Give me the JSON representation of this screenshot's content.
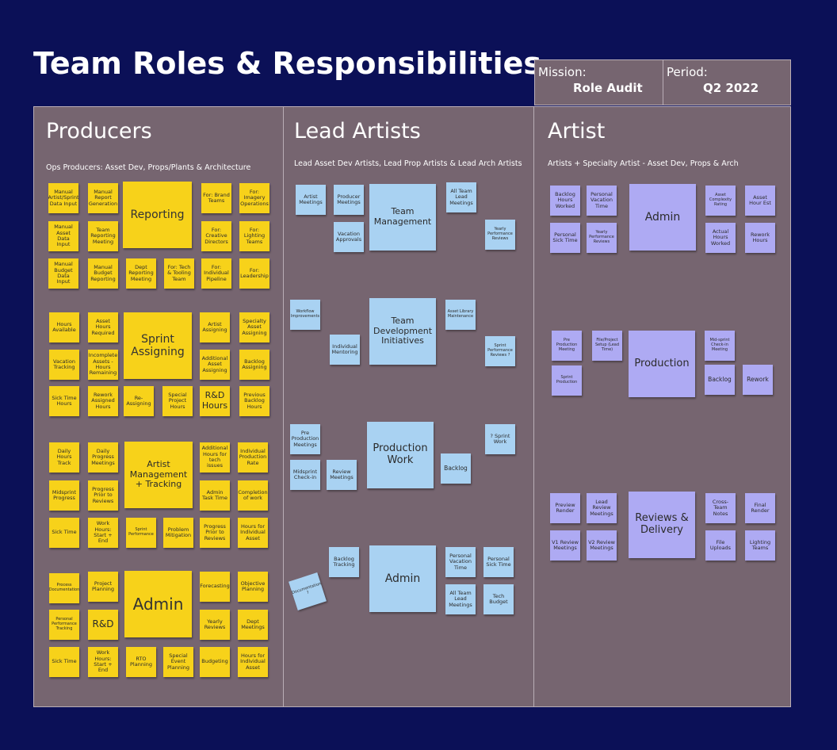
{
  "title": "Team Roles & Responsibilities",
  "mission": {
    "label": "Mission:",
    "value": "Role Audit"
  },
  "period": {
    "label": "Period:",
    "value": "Q2 2022"
  },
  "columns": [
    {
      "title": "Producers",
      "subtitle": "Ops Producers: Asset Dev, Props/Plants & Architecture"
    },
    {
      "title": "Lead Artists",
      "subtitle": "Lead Asset Dev Artists, Lead Prop Artists & Lead Arch Artists"
    },
    {
      "title": "Artist",
      "subtitle": "Artists + Specialty Artist - Asset Dev, Props & Arch"
    }
  ],
  "colors": {
    "background": "#0b1057",
    "board": "#766570",
    "yellow": "#f7d21a",
    "blue": "#a9d2f2",
    "purple": "#aeaaf3"
  },
  "notes": {
    "p1": [
      "Manual Artist/Sprint Data Input",
      "Manual Report Generation",
      "Reporting",
      "For: Brand Teams",
      "For: Imagery Operations",
      "Manual Asset Data Input",
      "Team Reporting Meeting",
      "For: Creative Directors",
      "For: Lighting Teams",
      "Manual Budget Data Input",
      "Manual Budget Reporting",
      "Dept Reporting Meeting",
      "For: Tech & Tooling Team",
      "For: Individual Pipeline",
      "For: Leadership"
    ],
    "p2": [
      "Hours Available",
      "Asset Hours Required",
      "Sprint Assigning",
      "Artist Assigning",
      "Specialty Asset Assigning",
      "Vacation Tracking",
      "Incomplete Assets - Hours Remaining",
      "Additional Asset Assigning",
      "Backlog Assigning",
      "Sick Time Hours",
      "Rework Assigned Hours",
      "Re-Assigning",
      "Special Project Hours",
      "R&D Hours",
      "Previous Backlog Hours"
    ],
    "p3": [
      "Daily Hours Track",
      "Daily Progress Meetings",
      "Artist Management + Tracking",
      "Additional Hours for tech issues",
      "Individual Production Rate",
      "Midsprint Progress",
      "Progress Prior to Reviews",
      "Admin Task Time",
      "Completion of work",
      "Sick Time",
      "Work Hours: Start + End",
      "Sprint Performance",
      "Problem Mitigation",
      "Progress Prior to Reviews",
      "Hours for Individual Asset"
    ],
    "p4": [
      "Process Documentation",
      "Project Planning",
      "Admin",
      "Forecasting",
      "Objective Planning",
      "Personal Performance Tracking",
      "R&D",
      "Yearly Reviews",
      "Dept Meetings",
      "Sick Time",
      "Work Hours: Start + End",
      "RTO Planning",
      "Special Event Planning",
      "Budgeting",
      "Hours for Individual Asset"
    ],
    "l1": [
      "Artist Meetings",
      "Producer Meetings",
      "Team Management",
      "All Team Lead Meetings",
      "Vacation Approvals",
      "Yearly Performance Reviews"
    ],
    "l2": [
      "Workflow Improvements",
      "Team Development Initiatives",
      "Asset Library Maintenance",
      "Individual Mentoring",
      "Sprint Performance Reviews ?"
    ],
    "l3": [
      "Pre Production Meetings",
      "Production Work",
      "? Sprint Work",
      "Midsprint Check-in",
      "Review Meetings",
      "Backlog"
    ],
    "l4": [
      "Backlog Tracking",
      "Admin",
      "Personal Vacation Time",
      "Personal Sick Time",
      "Documentation ?",
      "All Team Lead Meetings",
      "Tech Budget"
    ],
    "a1": [
      "Backlog Hours Worked",
      "Personal Vacation Time",
      "Admin",
      "Asset Complexity Rating",
      "Asset Hour Est",
      "Personal Sick Time",
      "Yearly Performance Reviews",
      "Actual Hours Worked",
      "Rework Hours"
    ],
    "a2": [
      "Pre Production Meeting",
      "File/Project Setup (Lead Time)",
      "Production",
      "Mid-sprint Check-in Meeting",
      "Sprint Production",
      "Backlog",
      "Rework"
    ],
    "a3": [
      "Preview Render",
      "Lead Review Meetings",
      "Reviews & Delivery",
      "Cross-Team Notes",
      "Final Render",
      "V1 Review Meetings",
      "V2 Review Meetings",
      "File Uploads",
      "Lighting Teams"
    ]
  }
}
